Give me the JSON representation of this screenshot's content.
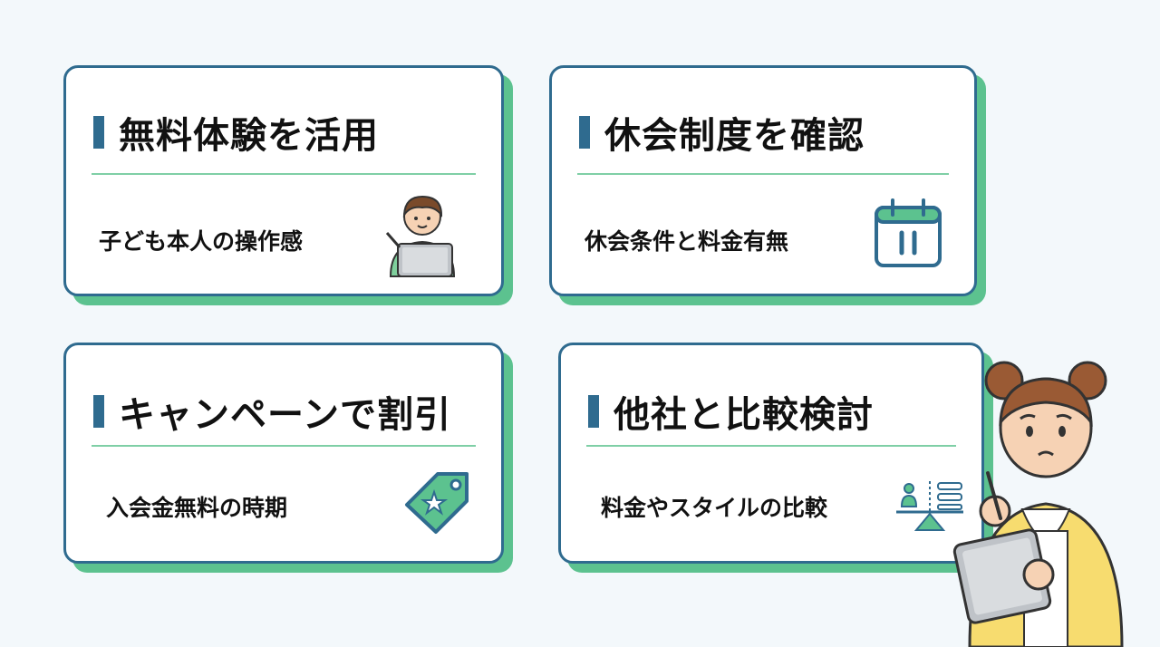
{
  "cards": [
    {
      "title": "無料体験を活用",
      "subtitle": "子ども本人の操作感",
      "icon": "boy-with-tablet-icon"
    },
    {
      "title": "休会制度を確認",
      "subtitle": "休会条件と料金有無",
      "icon": "calendar-icon"
    },
    {
      "title": "キャンペーンで割引",
      "subtitle": "入会金無料の時期",
      "icon": "price-tag-star-icon"
    },
    {
      "title": "他社と比較検討",
      "subtitle": "料金やスタイルの比較",
      "icon": "balance-scale-icon"
    }
  ],
  "colors": {
    "background": "#f3f8fb",
    "card_border": "#2f6b8f",
    "card_shadow": "#5cc28f",
    "divider": "#7fcfa6",
    "icon_stroke": "#2f6b8f",
    "icon_fill": "#5cc28f"
  },
  "illustration": "worried-girl-holding-tablet"
}
